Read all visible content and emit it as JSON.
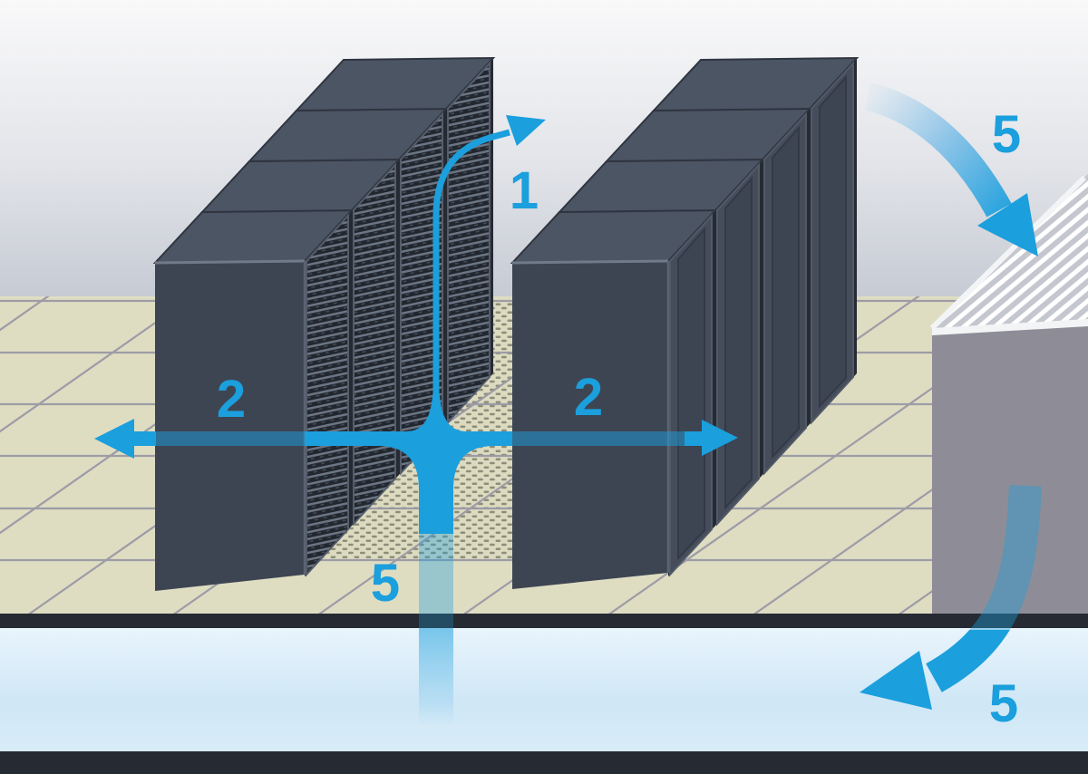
{
  "diagram": {
    "labels": {
      "rack_exhaust": "1",
      "cold_aisle_left": "2",
      "cold_aisle_right": "2",
      "crac_return_intake": "5",
      "underfloor_supply": "5",
      "plenum_discharge": "5"
    },
    "colors": {
      "arrow_blue": "#1b9fdd",
      "rack_dark": "#3d4553",
      "rack_top": "#4c5564",
      "floor_tan": "#deddc2",
      "floor_grid": "#9a99a5",
      "plenum_light_blue": "#d9ecf8",
      "slab_dark": "#262b33",
      "crac_gray": "#8e8d97",
      "wall_top": "#f8f8f9",
      "wall_bottom": "#c6cad3"
    }
  }
}
